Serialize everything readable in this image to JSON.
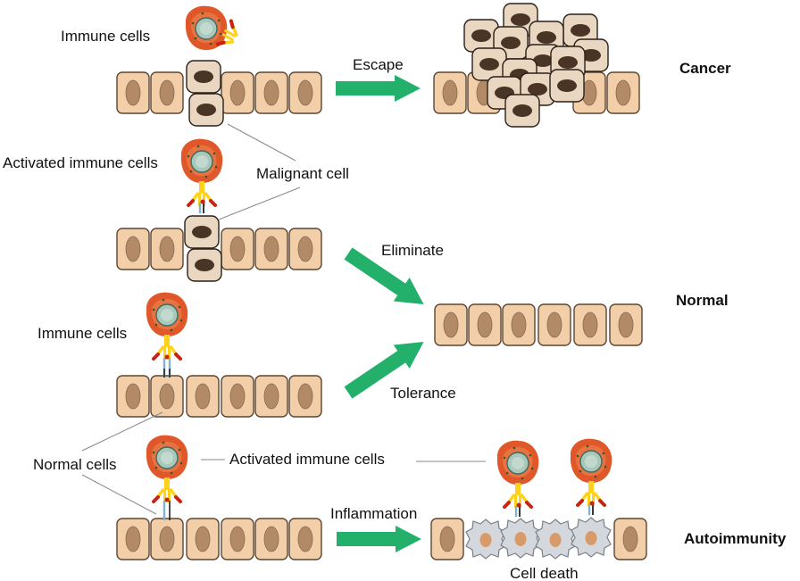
{
  "labels": {
    "immune_cells_top": "Immune cells",
    "escape": "Escape",
    "cancer": "Cancer",
    "activated_immune_cells_left": "Activated immune cells",
    "malignant_cell": "Malignant cell",
    "eliminate": "Eliminate",
    "normal": "Normal",
    "immune_cells_mid": "Immune cells",
    "tolerance": "Tolerance",
    "normal_cells": "Normal cells",
    "activated_immune_cells_bottom": "Activated immune cells",
    "inflammation": "Inflammation",
    "autoimmunity": "Autoimmunity",
    "cell_death": "Cell death"
  },
  "colors": {
    "normal_cell_fill": "#f2cfa8",
    "normal_nucleus": "#b38a66",
    "malignant_fill": "#e9d7c2",
    "malignant_nucleus": "#4a3426",
    "immune_outer": "#e0572a",
    "immune_nucleus": "#a8c8bc",
    "receptor_yellow": "#ffd21a",
    "receptor_red": "#cc2211",
    "arrow_green": "#22b06b",
    "dead_cell": "#d4d8dc"
  }
}
